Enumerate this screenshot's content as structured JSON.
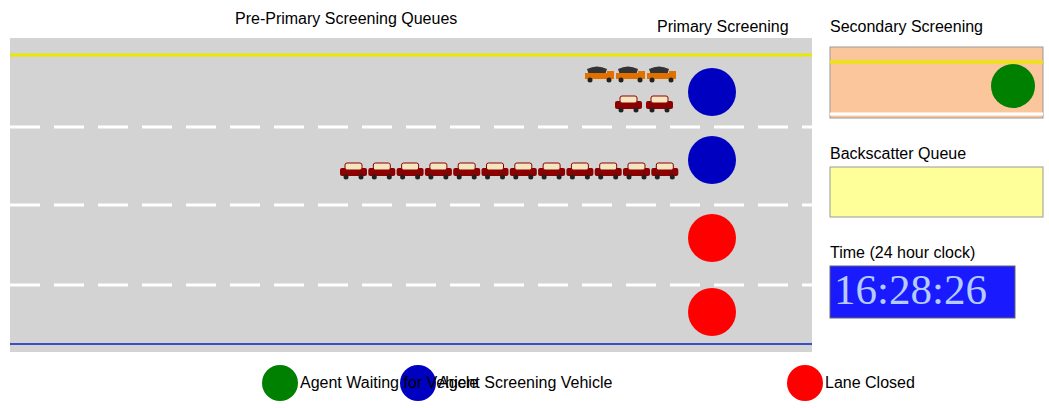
{
  "diagram": {
    "nodes": [
      {
        "text": [
          "Secondary Screening"
        ]
      },
      {
        "text": [
          "Backscatter Queue"
        ]
      },
      {
        "text": [
          "Time (24 hour clock)",
          "16:28:26"
        ]
      }
    ],
    "labels": [
      "Pre-Primary Screening Queues",
      "Primary Screening"
    ],
    "legend": [
      {
        "text": "Agent Waiting for Vehicle",
        "color": "#008000"
      },
      {
        "text": "Agent Screening Vehicle",
        "color": "#0000c0"
      },
      {
        "text": "Lane Closed",
        "color": "#ff0000"
      }
    ]
  }
}
